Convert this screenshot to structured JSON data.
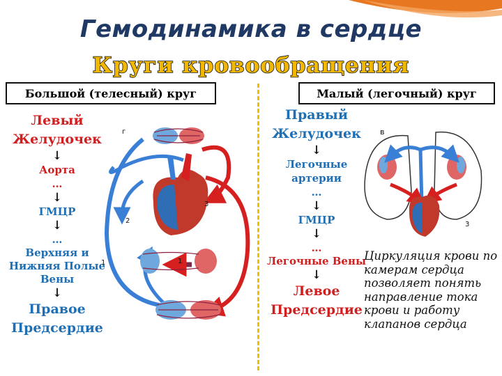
{
  "title": "Гемодинамика в сердце",
  "subtitle": "Круги кровообращения",
  "colors": {
    "title": "#1f3864",
    "subtitle": "#f2b800",
    "arterial": "#d62020",
    "venous": "#3a7fd6",
    "divider": "#f0c000"
  },
  "systemic": {
    "header": "Большой (телесный) круг",
    "chain": {
      "start": "Левый Желудочек",
      "arrow": "↓",
      "aorta": "Аорта",
      "dots": "…",
      "capillaries": "ГМЦР",
      "veins": "Верхняя и Нижняя Полые Вены",
      "end": "Правое Предсердие"
    },
    "diagram_labels": {
      "g": "г",
      "n3": "3",
      "n2": "2",
      "n1a": "1",
      "n1b": "1"
    }
  },
  "pulmonary": {
    "header": "Малый (легочный) круг",
    "chain": {
      "start": "Правый Желудочек",
      "arrow": "↓",
      "arteries": "Легочные артерии",
      "dots": "…",
      "capillaries": "ГМЦР",
      "veins": "Легочные Вены",
      "end": "Левое Предсердие"
    },
    "diagram_labels": {
      "v": "в",
      "n3": "3"
    },
    "note": "Циркуляция крови по камерам сердца позволяет понять направление тока крови и работу клапанов сердца"
  }
}
